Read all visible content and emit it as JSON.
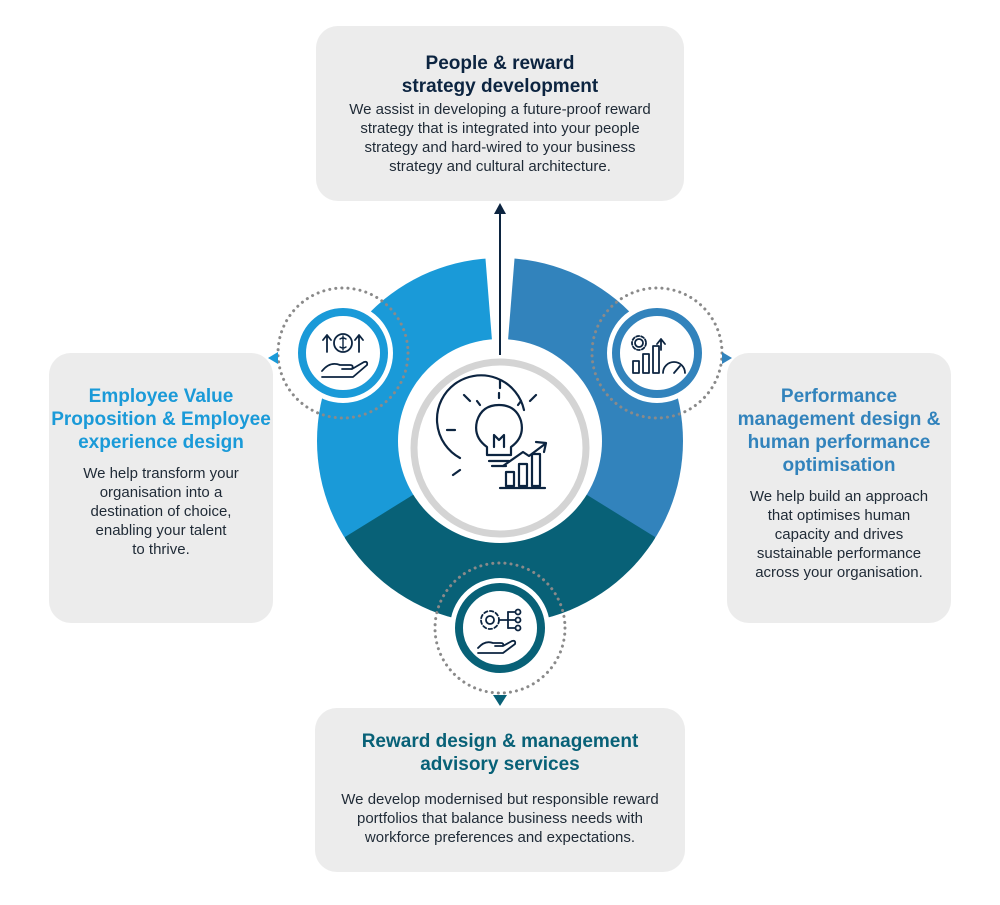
{
  "top_box": {
    "title_lines": [
      "People & reward",
      "strategy development"
    ],
    "body_lines": [
      "We assist in developing a future-proof reward",
      "strategy that is integrated into your people",
      "strategy and hard-wired to your business",
      "strategy and cultural architecture."
    ]
  },
  "left_box": {
    "title_lines": [
      "Employee Value",
      "Proposition & Employee",
      "experience design"
    ],
    "body_lines": [
      "We help transform your",
      "organisation into a",
      "destination of choice,",
      "enabling your talent",
      "to thrive."
    ]
  },
  "right_box": {
    "title_lines": [
      "Performance",
      "management design &",
      "human performance",
      "optimisation"
    ],
    "body_lines": [
      "We help build an approach",
      "that optimises human",
      "capacity and drives",
      "sustainable performance",
      "across your organisation."
    ]
  },
  "bottom_box": {
    "title_lines": [
      "Reward design & management",
      "advisory services"
    ],
    "body_lines": [
      "We develop modernised but responsible reward",
      "portfolios that balance business needs with",
      "workforce preferences and expectations."
    ]
  },
  "colors": {
    "dark_navy": "#0c2440",
    "light_blue": "#1a9ad8",
    "mid_blue": "#3283bc",
    "teal": "#086177",
    "box_gray": "#ececec",
    "ring_gray": "#d4d4d4",
    "dot_gray": "#8a8a8a"
  },
  "icons": {
    "center": "lightbulb-gear-growth-icon",
    "left": "hand-dollar-growth-icon",
    "right": "gear-chart-gauge-icon",
    "bottom": "hand-gear-network-icon"
  }
}
